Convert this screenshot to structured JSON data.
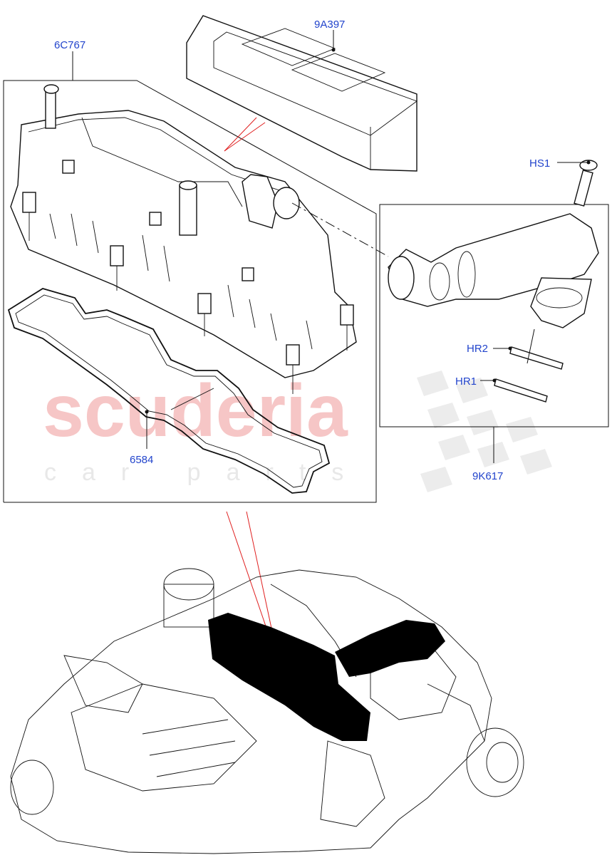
{
  "callouts": {
    "cover": "9A397",
    "valve_cover": "6C767",
    "bolt": "HS1",
    "clip_upper": "HR2",
    "clip_lower": "HR1",
    "gasket": "6584",
    "breather_hose": "9K617"
  },
  "watermark": {
    "main": "scuderia",
    "sub": "car parts"
  },
  "colors": {
    "callout_text": "#2244cc",
    "leader_red": "#e02020",
    "watermark_red": "#f6c6c6"
  }
}
